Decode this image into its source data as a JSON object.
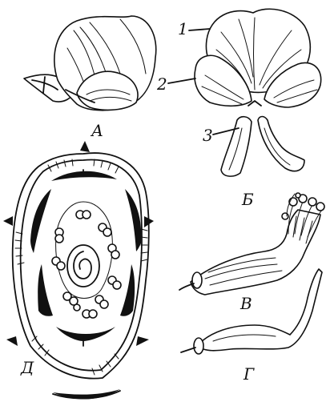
{
  "figure": {
    "labels": {
      "A": "А",
      "B": "Б",
      "V": "В",
      "G": "Г",
      "D": "Д"
    },
    "part_numbers": [
      "1",
      "2",
      "3"
    ]
  },
  "colors": {
    "ink": "#111111",
    "background": "#ffffff"
  }
}
